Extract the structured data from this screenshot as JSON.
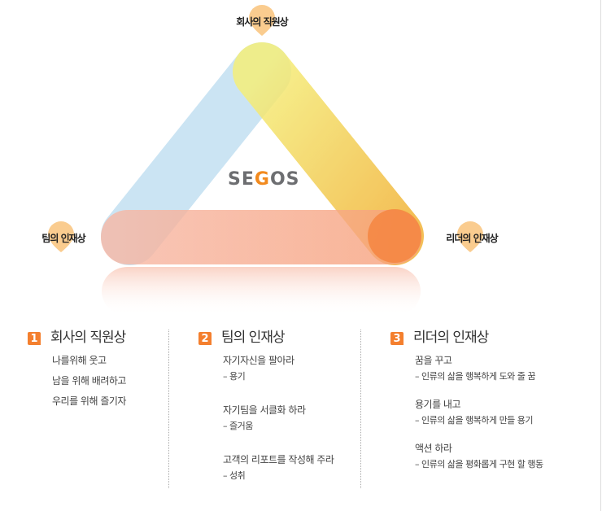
{
  "diagram": {
    "logo": {
      "pre": "SE",
      "mid": "G",
      "post": "OS"
    },
    "nodes": {
      "top": "회사의 직원상",
      "left": "팀의 인재상",
      "right": "리더의 인재상"
    },
    "colors": {
      "blue": "#c3e0f2",
      "yellow": "#f3e45c",
      "red": "#f58c6a",
      "accent": "#f47f2e",
      "pin": "#f9c783"
    }
  },
  "columns": [
    {
      "num": "1",
      "title": "회사의 직원상",
      "items": [
        {
          "main": "나를위해 웃고"
        },
        {
          "main": "남을 위해 배려하고"
        },
        {
          "main": "우리를 위해 즐기자"
        }
      ]
    },
    {
      "num": "2",
      "title": "팀의 인재상",
      "items": [
        {
          "main": "자기자신을 팔아라",
          "sub": "– 용기"
        },
        {
          "main": "자기팀을 서클화 하라",
          "sub": "– 즐거움"
        },
        {
          "main": "고객의 리포트를 작성해 주라",
          "sub": "– 성취"
        }
      ]
    },
    {
      "num": "3",
      "title": "리더의 인재상",
      "items": [
        {
          "main": "꿈을 꾸고",
          "sub": "– 인류의 삶을 행복하게 도와 줄 꿈"
        },
        {
          "main": "용기를 내고",
          "sub": "– 인류의 삶을 행복하게 만들 용기"
        },
        {
          "main": "액션 하라",
          "sub": "– 인류의 삶을 평화롭게 구현 할 행동"
        }
      ]
    }
  ]
}
